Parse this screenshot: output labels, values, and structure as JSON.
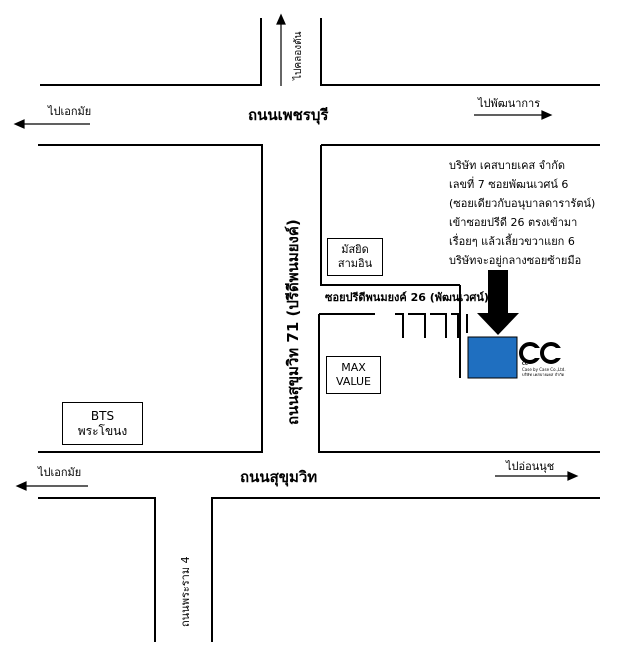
{
  "roads": {
    "phetchaburi": "ถนนเพชรบุรี",
    "sukhumvit": "ถนนสุขุมวิท",
    "sukhumvit71": "ถนนสุขุมวิท 71 (ปรีดีพนมยงค์)",
    "soi_pridi": "ซอยปรีดีพนมยงค์ 26 (พัฒนเวศน์)",
    "phra_ram_4": "ถนนพระราม 4"
  },
  "directions": {
    "khlong_tan": "ไปคลองตัน",
    "ekkamai_top": "ไปเอกมัย",
    "phatthanakan": "ไปพัฒนาการ",
    "ekkamai_bottom": "ไปเอกมัย",
    "on_nut": "ไปอ่อนนุช"
  },
  "landmarks": {
    "mosque_line1": "มัสยิด",
    "mosque_line2": "สามอิน",
    "maxvalue_line1": "MAX",
    "maxvalue_line2": "VALUE",
    "bts_line1": "BTS",
    "bts_line2": "พระโขนง"
  },
  "company_info": [
    "บริษัท เคสบายเคส จำกัด",
    "เลขที่ 7 ซอยพัฒนเวศน์ 6",
    "(ซอยเดียวกับอนุบาลดารารัตน์)",
    "เข้าซอยปรีดี 26 ตรงเข้ามา",
    "เรื่อยๆ แล้วเลี้ยวขวาแยก 6",
    "บริษัทจะอยู่กลางซอยซ้ายมือ"
  ],
  "logo": {
    "mark": "CC",
    "tagline": "Case by Case Co.,Ltd.",
    "tagline_th": "บริษัท เคสบายเคส จำกัด"
  },
  "colors": {
    "company_building": "#1f6fc0",
    "road_line": "#000000"
  }
}
